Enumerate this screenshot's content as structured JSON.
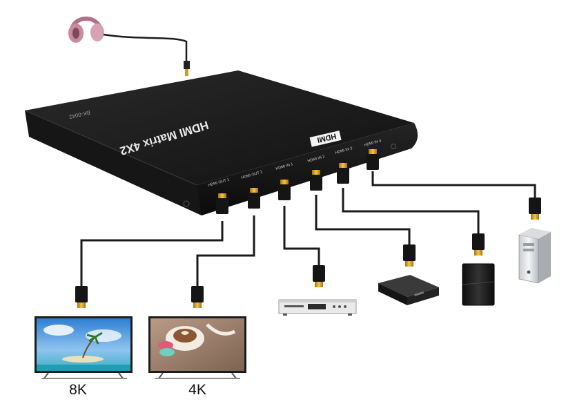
{
  "device": {
    "title": "HDMI Matrix 4X2",
    "model": "BK-0042",
    "hdmi_logo": "HDMI",
    "ports": {
      "out1": "HDMI OUT 1",
      "out2": "HDMI OUT 2",
      "in1": "HDMI IN 1",
      "in2": "HDMI IN 2",
      "in3": "HDMI IN 3",
      "in4": "HDMI IN 4"
    }
  },
  "displays": {
    "tv1_label": "8K",
    "tv2_label": "4K"
  },
  "icons": {
    "headphones": "headphones-icon",
    "dvd": "dvd-player-icon",
    "settop": "set-top-box-icon",
    "console": "game-console-icon",
    "pc": "pc-tower-icon"
  },
  "colors": {
    "device_body": "#1b1b1b",
    "cable": "#1a1a1a",
    "connector_gold": "#e0a21c",
    "headphones_pink": "#c98aa0"
  }
}
